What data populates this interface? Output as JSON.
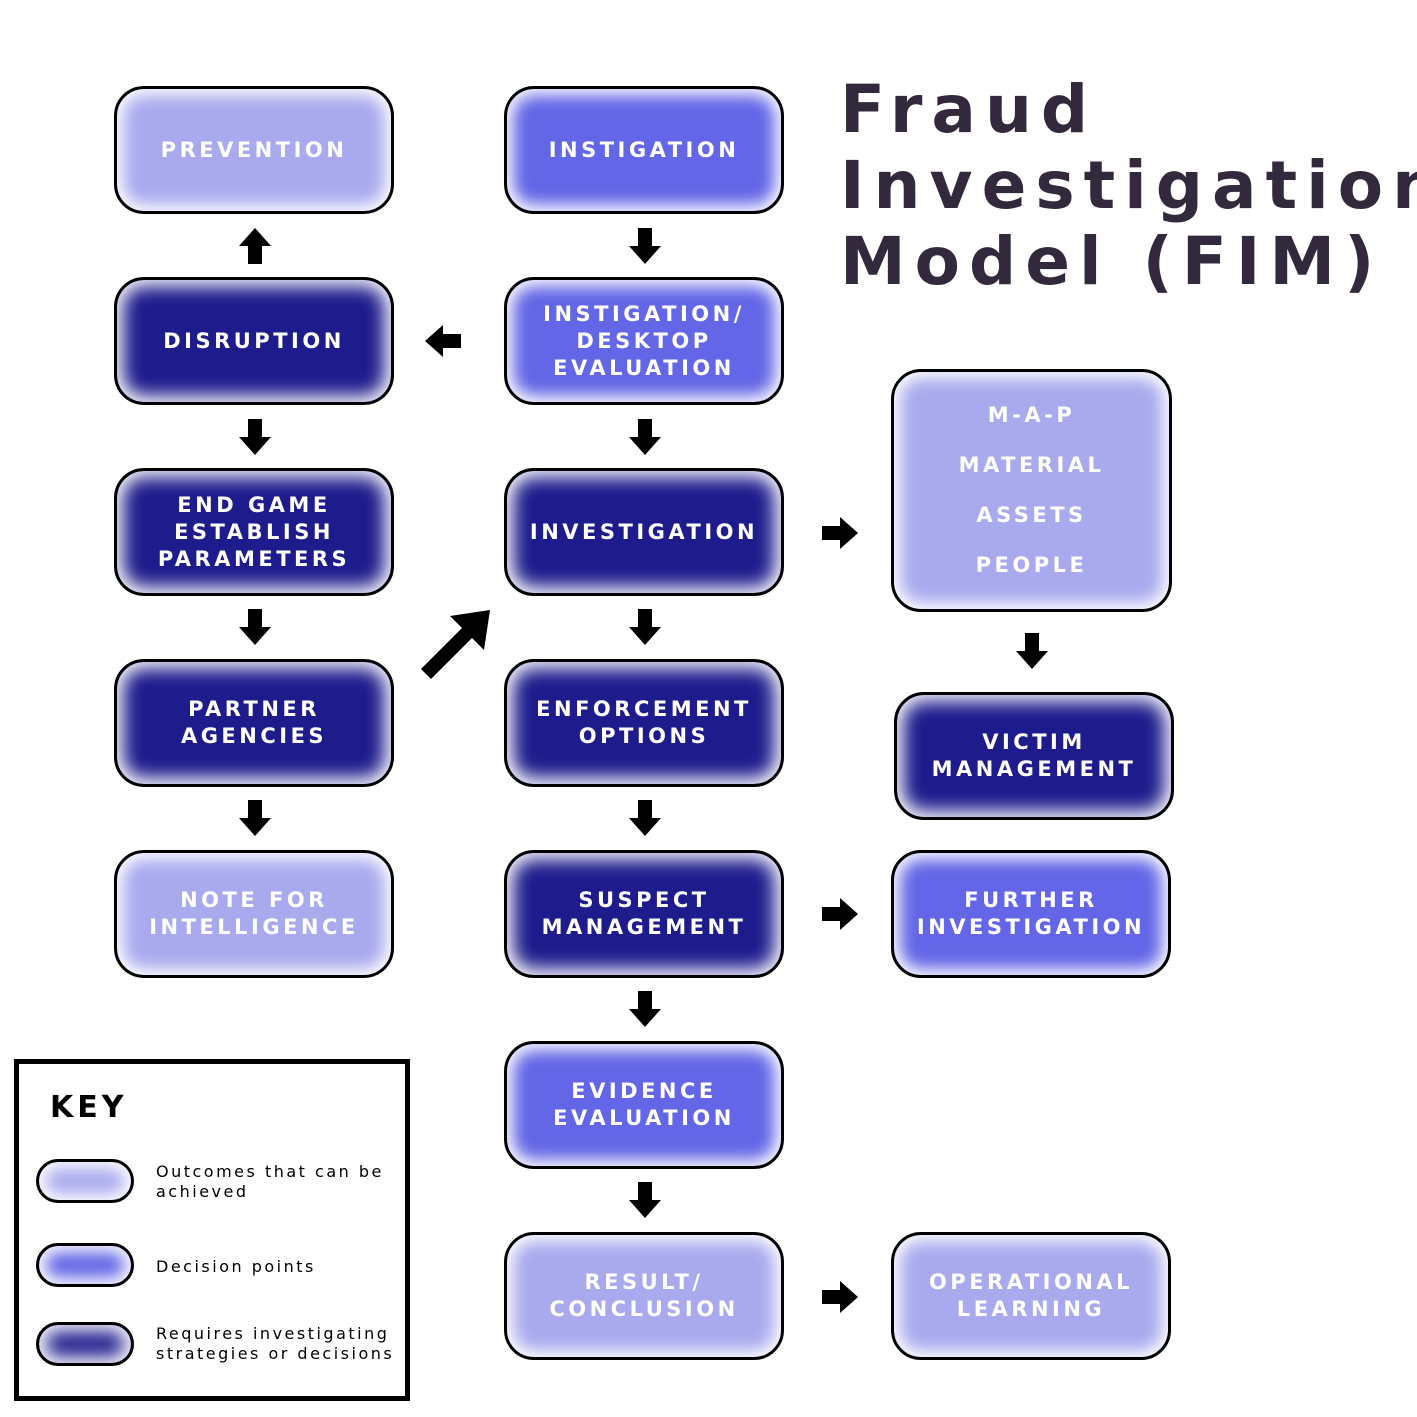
{
  "title": {
    "line1": "Fraud",
    "line2": "Investigation",
    "line3": "Model (FIM)"
  },
  "nodes": {
    "prevention": "PREVENTION",
    "instigation": "INSTIGATION",
    "disruption": "DISRUPTION",
    "desktop_evaluation": "INSTIGATION/\nDESKTOP\nEVALUATION",
    "end_game": "END GAME\nESTABLISH\nPARAMETERS",
    "investigation": "INVESTIGATION",
    "map": {
      "heading": "M-A-P",
      "items": [
        "MATERIAL",
        "ASSETS",
        "PEOPLE"
      ]
    },
    "partner_agencies": "PARTNER\nAGENCIES",
    "enforcement_options": "ENFORCEMENT\nOPTIONS",
    "victim_management": "VICTIM\nMANAGEMENT",
    "note_for_intelligence": "NOTE FOR\nINTELLIGENCE",
    "suspect_management": "SUSPECT\nMANAGEMENT",
    "further_investigation": "FURTHER\nINVESTIGATION",
    "evidence_evaluation": "EVIDENCE\nEVALUATION",
    "result_conclusion": "RESULT/\nCONCLUSION",
    "operational_learning": "OPERATIONAL\nLEARNING"
  },
  "key": {
    "title": "KEY",
    "items": [
      {
        "label": "Outcomes that can be achieved",
        "color": "#a9aaee"
      },
      {
        "label": "Decision points",
        "color": "#6366e6"
      },
      {
        "label": "Requires investigating strategies or decisions",
        "color": "#1e1c8c"
      }
    ]
  },
  "colors": {
    "outcome": "#a9aaee",
    "decision": "#6366e6",
    "investigate": "#1e1c8c",
    "title": "#33293d",
    "arrow": "#000000"
  },
  "arrow_icon": "arrow-icon"
}
